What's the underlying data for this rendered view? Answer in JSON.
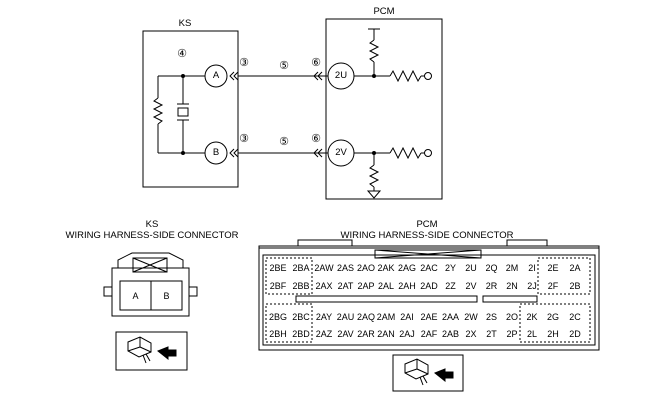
{
  "schematic": {
    "ks_label": "KS",
    "pcm_label": "PCM",
    "terminal_a": "A",
    "terminal_b": "B",
    "terminal_2u": "2U",
    "terminal_2v": "2V",
    "callouts": {
      "c3": "③",
      "c4": "④",
      "c5": "⑤",
      "c6": "⑥"
    }
  },
  "ks_connector": {
    "title_line1": "KS",
    "title_line2": "WIRING HARNESS-SIDE CONNECTOR",
    "pins": [
      "A",
      "B"
    ]
  },
  "pcm_connector": {
    "title_line1": "PCM",
    "title_line2": "WIRING HARNESS-SIDE CONNECTOR",
    "rows": [
      [
        "2BE",
        "2BA",
        "2AW",
        "2AS",
        "2AO",
        "2AK",
        "2AG",
        "2AC",
        "2Y",
        "2U",
        "2Q",
        "2M",
        "2I",
        "2E",
        "2A"
      ],
      [
        "2BF",
        "2BB",
        "2AX",
        "2AT",
        "2AP",
        "2AL",
        "2AH",
        "2AD",
        "2Z",
        "2V",
        "2R",
        "2N",
        "2J",
        "2F",
        "2B"
      ],
      [
        "2BG",
        "2BC",
        "2AY",
        "2AU",
        "2AQ",
        "2AM",
        "2AI",
        "2AE",
        "2AA",
        "2W",
        "2S",
        "2O",
        "2K",
        "2G",
        "2C"
      ],
      [
        "2BH",
        "2BD",
        "2AZ",
        "2AV",
        "2AR",
        "2AN",
        "2AJ",
        "2AF",
        "2AB",
        "2X",
        "2T",
        "2P",
        "2L",
        "2H",
        "2D"
      ]
    ]
  }
}
